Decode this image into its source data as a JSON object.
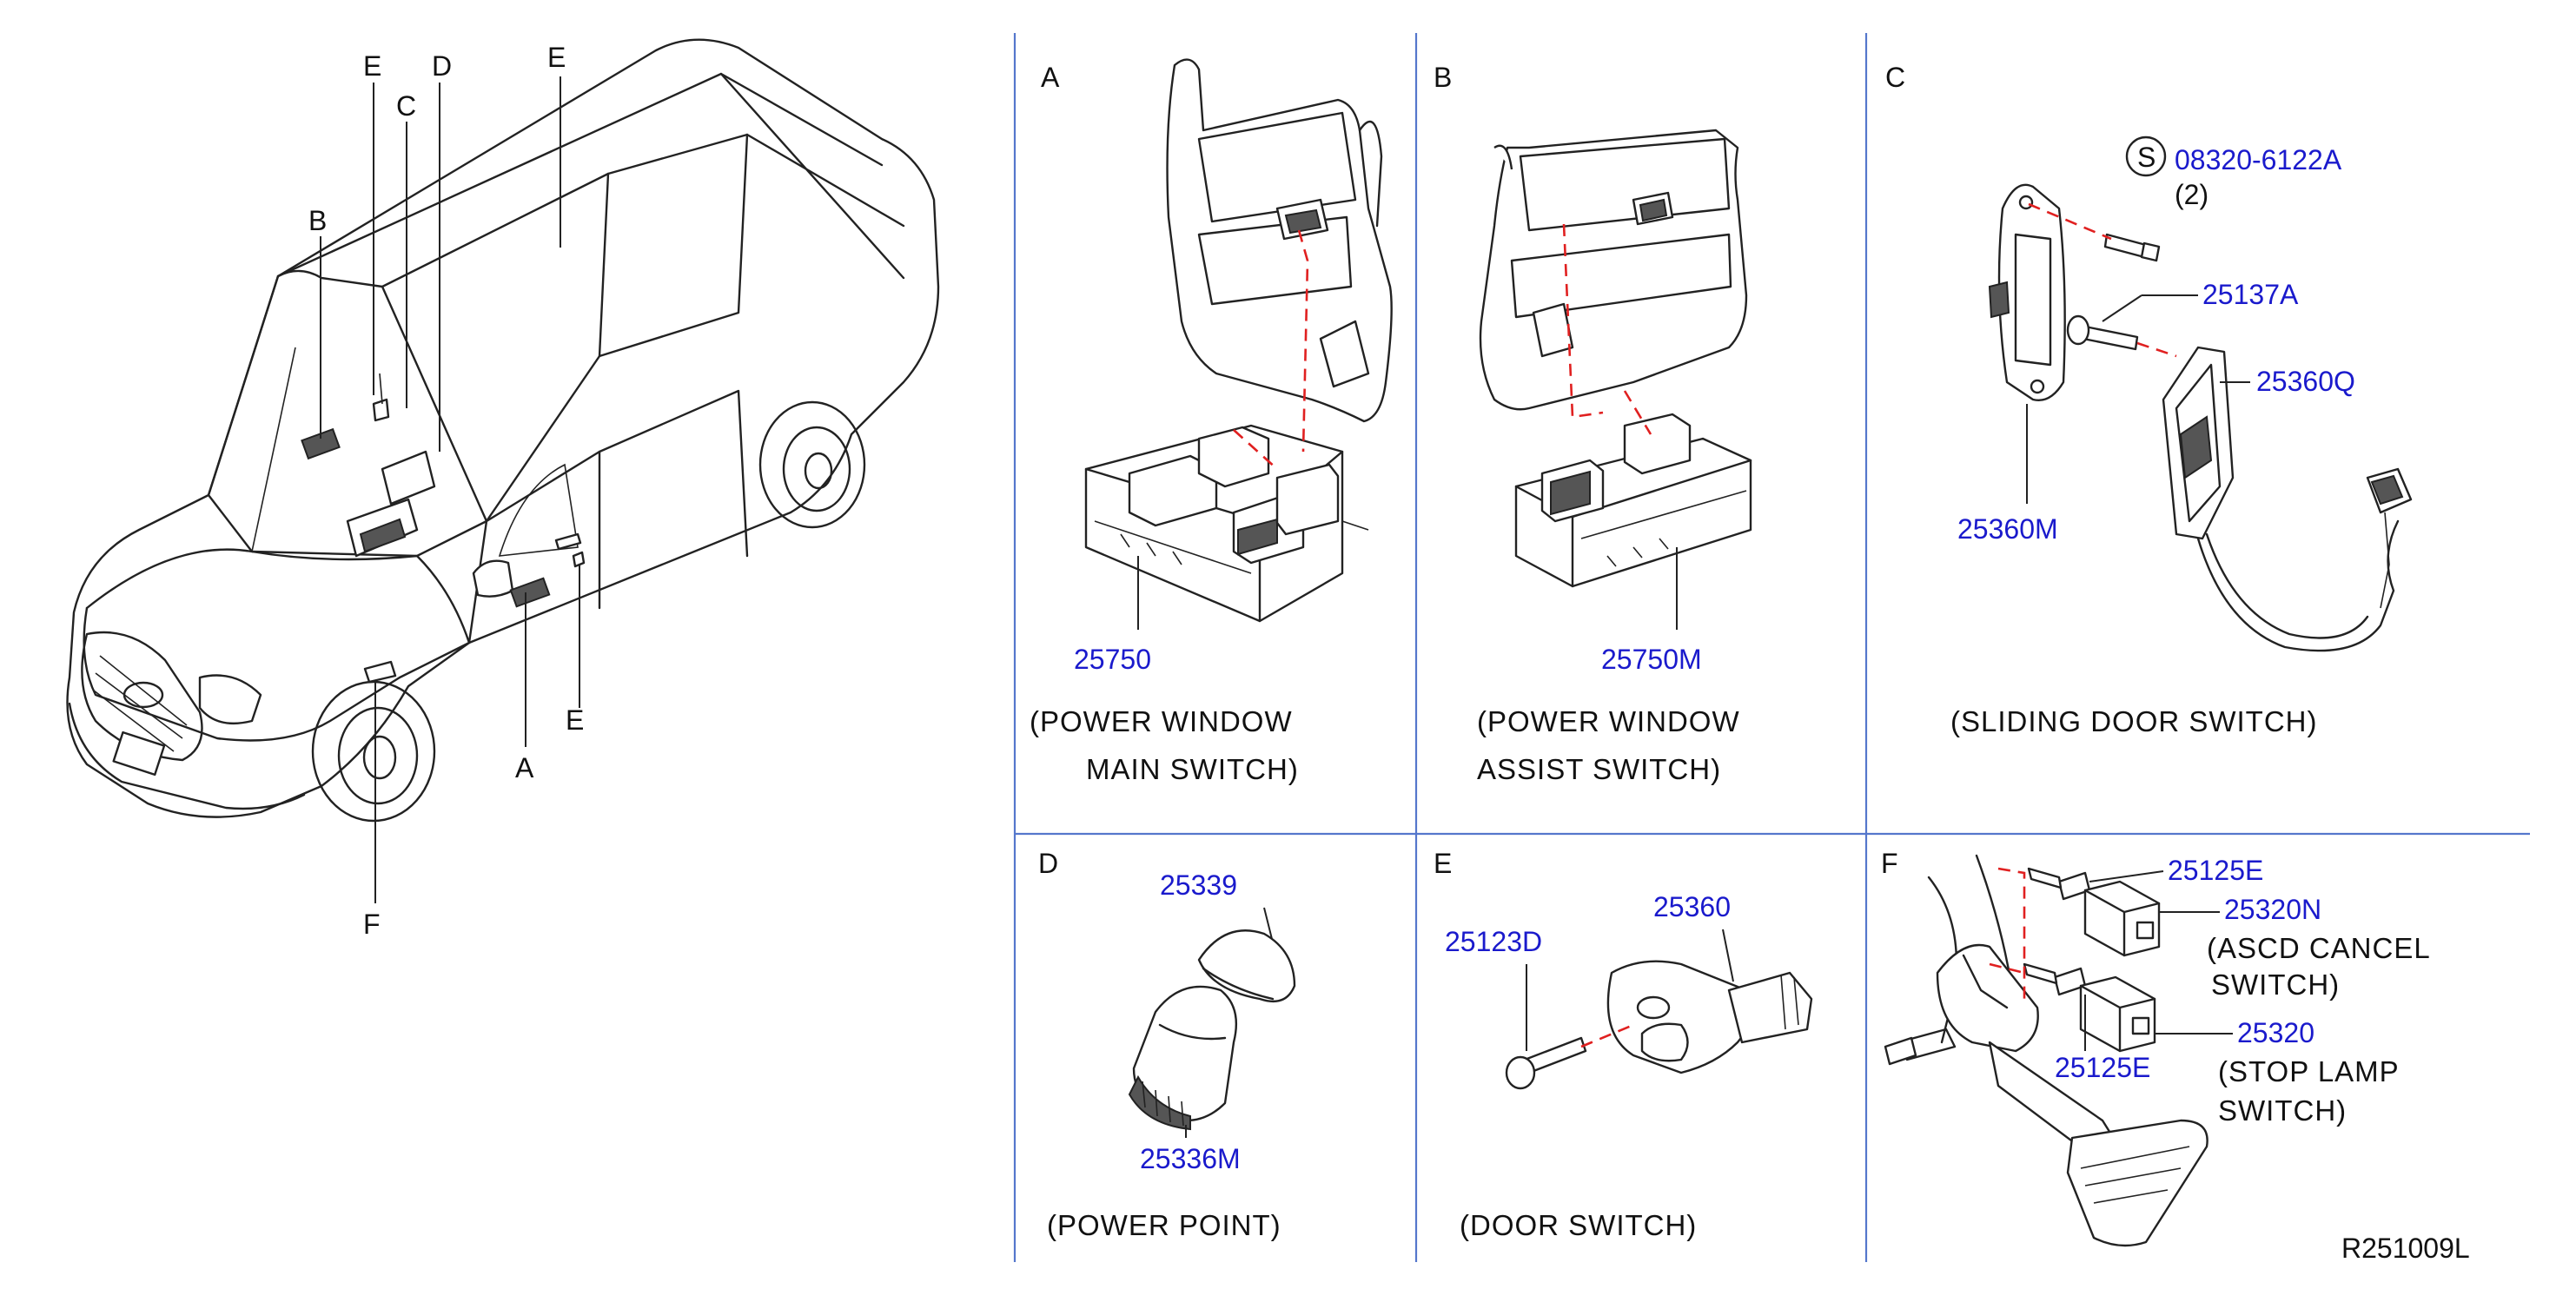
{
  "overview": {
    "labels": {
      "a": "A",
      "b": "B",
      "c": "C",
      "d": "D",
      "e1": "E",
      "e2": "E",
      "e3": "E",
      "f": "F"
    }
  },
  "panels": {
    "a": {
      "letter": "A",
      "part": "25750",
      "caption_1": "(POWER   WINDOW",
      "caption_2": "MAIN   SWITCH)"
    },
    "b": {
      "letter": "B",
      "part": "25750M",
      "caption_1": "(POWER   WINDOW",
      "caption_2": "ASSIST   SWITCH)"
    },
    "c": {
      "letter": "C",
      "bolt_symbol": "S",
      "bolt_part": "08320-6122A",
      "bolt_qty": "(2)",
      "screw_part": "25137A",
      "part_q": "25360Q",
      "part_m": "25360M",
      "caption": "(SLIDING   DOOR   SWITCH)"
    },
    "d": {
      "letter": "D",
      "cap_part": "25339",
      "socket_part": "25336M",
      "caption": "(POWER   POINT)"
    },
    "e": {
      "letter": "E",
      "screw_part": "25123D",
      "switch_part": "25360",
      "caption": "(DOOR   SWITCH)"
    },
    "f": {
      "letter": "F",
      "nut_top": "25125E",
      "ascd_part": "25320N",
      "ascd_caption_1": "(ASCD   CANCEL",
      "ascd_caption_2": "SWITCH)",
      "nut_bottom": "25125E",
      "stop_part": "25320",
      "stop_caption_1": "(STOP   LAMP",
      "stop_caption_2": "SWITCH)"
    }
  },
  "drawing_number": "R251009L",
  "colors": {
    "part_number": "#1a1acc",
    "grid": "#5577cc",
    "leader_dashed": "#e02020"
  }
}
